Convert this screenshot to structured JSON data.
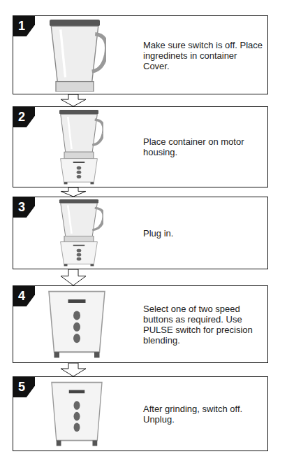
{
  "diagram": {
    "nodes": [
      {
        "text": [
          "1",
          "Make sure switch is off. Place ingredinets in container Cover."
        ]
      },
      {
        "text": [
          "2",
          "Place container on motor housing."
        ]
      },
      {
        "text": [
          "3",
          "Plug in."
        ]
      },
      {
        "text": [
          "4",
          "Select one of two speed buttons as required. Use PULSE switch for precision blending."
        ]
      },
      {
        "text": [
          "5",
          "After grinding, switch off. Unplug."
        ]
      }
    ],
    "edges": [
      {
        "from": 0,
        "to": 1,
        "arrow": "to"
      },
      {
        "from": 1,
        "to": 2,
        "arrow": "to"
      },
      {
        "from": 2,
        "to": 3,
        "arrow": "to"
      },
      {
        "from": 3,
        "to": 4,
        "arrow": "to"
      }
    ]
  }
}
